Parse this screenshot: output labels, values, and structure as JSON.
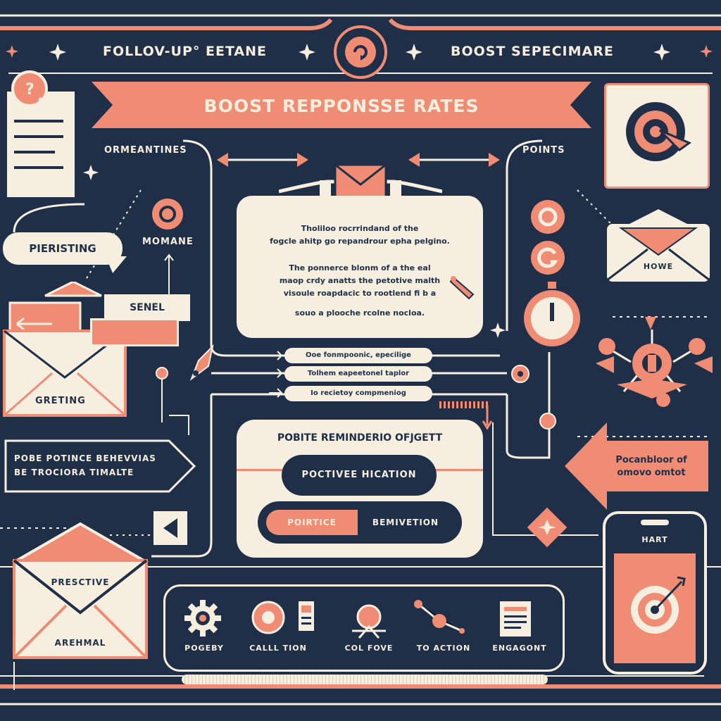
{
  "colors": {
    "navy": "#1f2f48",
    "coral": "#f08c74",
    "cream": "#f6efdf"
  },
  "header": {
    "left_title": "FOLLOV-UP° EETANE",
    "right_title": "BOOST SEPECIMARE"
  },
  "banner": {
    "title": "BOOST REPPONSSE RATES"
  },
  "labels": {
    "ormeantines": "ORMEANTINES",
    "points": "POINTS",
    "momane": "MOMANE",
    "pieristing": "PIERISTING",
    "senel": "SENEL",
    "greting": "GRETING",
    "howe": "HOWE",
    "pobe_line1": "POBE POTINCE BEHEVVIAS",
    "pobe_line2": "BE TROCIORA TIMALTE",
    "pocanbloor_line1": "Pocanbloor of",
    "pocanbloor_line2": "omovo omtot",
    "prescriptive": "PRESCTIVE",
    "arehmal": "AREHMAL",
    "hart": "HART"
  },
  "center_card": {
    "para1_line1": "Tholiloo rocrrindand  of the",
    "para1_line2": "fogcle ahitp go repandrour  epha pelgino.",
    "para2_line1": "The ponnerce blonm of a the eal",
    "para2_line2": "maop crdy anatts the petotive malth",
    "para2_line3": "visoule roapdacic to rootlend fi b a",
    "para2_line4": "souo a plooche rcolne nocloa."
  },
  "steps": [
    "Ooe fonmpoonic, epecilige",
    "Tolhem eapeetonel taplor",
    "Io recietoy compmeniog"
  ],
  "reminder_panel": {
    "title": "POBITE REMINDERIO OFJGETT",
    "pill1": "POCTIVEE HICATION",
    "pill2_left": "POIRTICE",
    "pill2_right": "BEMIVETION"
  },
  "bottom_icons": [
    {
      "label": "POGEBY",
      "icon": "gear-icon"
    },
    {
      "label": "CALLL TION",
      "icon": "circle-icon"
    },
    {
      "label": "COL FOVE",
      "icon": "person-icon"
    },
    {
      "label": "TO ACTION",
      "icon": "network-icon"
    },
    {
      "label": "ENGAGONT",
      "icon": "document-icon"
    }
  ]
}
